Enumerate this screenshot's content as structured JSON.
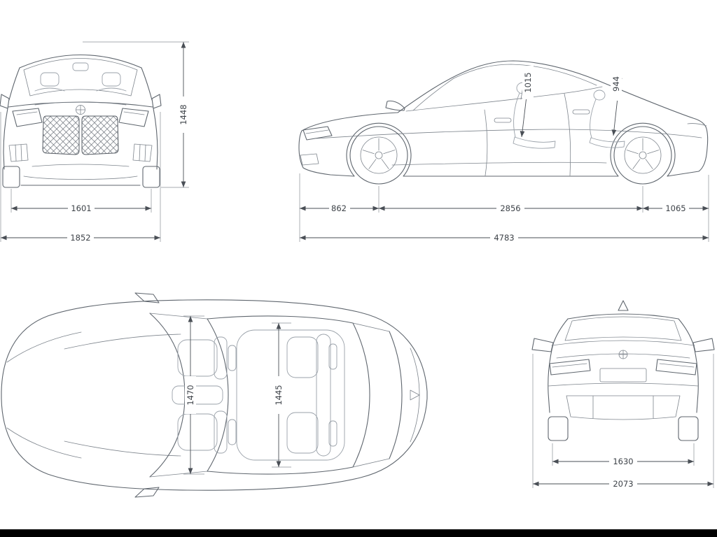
{
  "colors": {
    "background": "#ffffff",
    "car_line": "#5f666e",
    "detail_line": "#7d848c",
    "seat_line": "#9aa1a9",
    "dimension_line": "#4a4f56",
    "label_text": "#3d4248",
    "letterbox_bar": "#000000"
  },
  "views": {
    "front": {
      "height": "1448",
      "track_width": "1601",
      "overall_width": "1852"
    },
    "side": {
      "front_headroom": "1015",
      "rear_headroom": "944",
      "front_overhang": "862",
      "wheelbase": "2856",
      "rear_overhang": "1065",
      "overall_length": "4783"
    },
    "top": {
      "front_interior_width": "1470",
      "rear_interior_width": "1445"
    },
    "rear": {
      "track_width": "1630",
      "width_incl_mirrors": "2073"
    }
  }
}
